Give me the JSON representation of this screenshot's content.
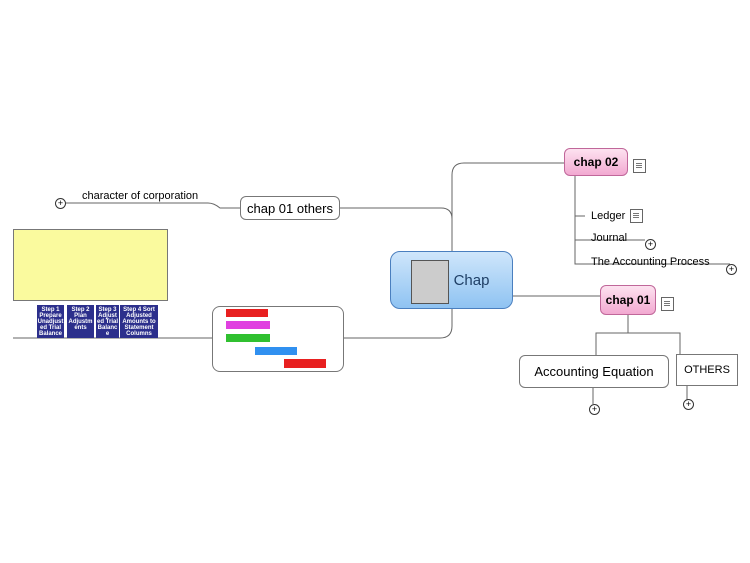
{
  "central": {
    "label": "Chap",
    "icon": "computer-icon"
  },
  "chap02": {
    "label": "chap 02",
    "note_icon": "note-icon",
    "children": {
      "ledger": "Ledger",
      "journal": "Journal",
      "process": "The Accounting Process"
    }
  },
  "chap01": {
    "label": "chap 01",
    "note_icon": "note-icon",
    "children": {
      "equation": "Accounting Equation",
      "others": "OTHERS"
    }
  },
  "chap01others": {
    "label": "chap 01 others",
    "child": "character of corporation"
  },
  "worksheet": {
    "steps": [
      "Step 1 Prepare Unadjust ed Trial Balance",
      "Step 2 Plan Adjustm ents",
      "Step 3 Adjust ed Trial Balanc e",
      "Step 4 Sort Adjusted Amounts to Statement Columns"
    ]
  },
  "colors": {
    "pink": "#f2a9d1",
    "blue": "#8fc3f2",
    "step_blue": "#2c2f8c"
  }
}
